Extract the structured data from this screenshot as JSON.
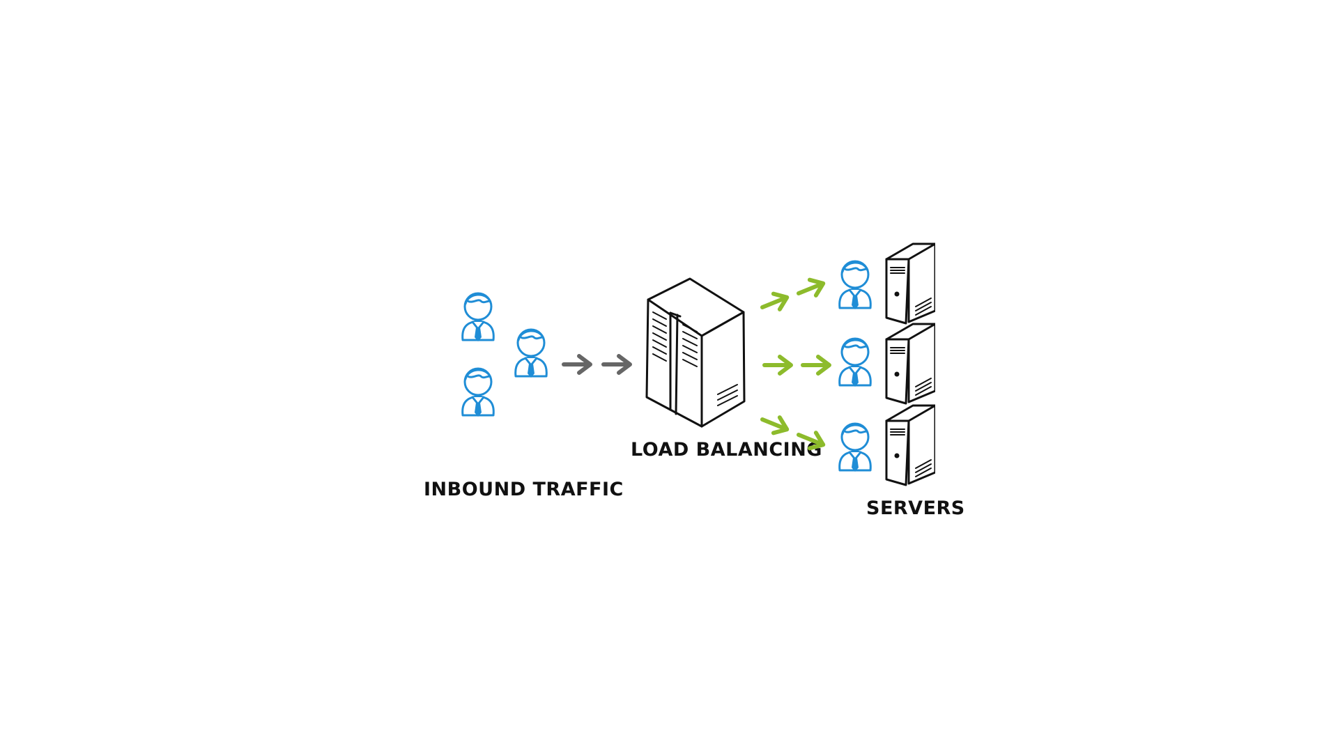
{
  "labels": {
    "inbound": "INBOUND TRAFFIC",
    "balancer": "LOAD BALANCING",
    "servers": "SERVERS"
  },
  "colors": {
    "person": "#1f8dd6",
    "inbound_arrow": "#666666",
    "outbound_arrow": "#8dbb2c",
    "ink": "#111111",
    "background": "#ffffff"
  },
  "icons": {
    "user": "user-icon",
    "load_balancer": "load-balancer-icon",
    "server": "server-icon",
    "arrow": "arrow-right-icon"
  }
}
